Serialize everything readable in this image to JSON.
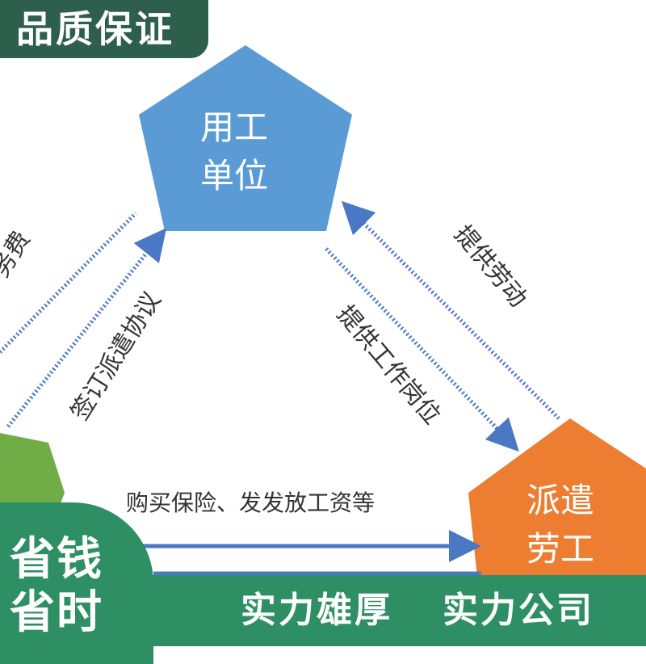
{
  "badge_top": "品质保证",
  "nodes": {
    "employer": [
      "用工",
      "单位"
    ],
    "worker": [
      "派遣",
      "劳工"
    ]
  },
  "edges": {
    "left_outer": "务费",
    "left_inner": "签订派遣协议",
    "right_outer": "提供劳动",
    "right_inner": "提供工作岗位",
    "bottom": "购买保险、发发放工资等"
  },
  "badge_left": [
    "省钱",
    "省时"
  ],
  "bottom_bar": {
    "text1": "实力雄厚",
    "text2": "实力公司"
  },
  "colors": {
    "employer": "#5b9bd5",
    "worker": "#ed7d31",
    "agency": "#70ad47",
    "arrow": "#4a78c4",
    "badge_dark": "#2e5f4c",
    "badge_green": "#2e8f64"
  }
}
